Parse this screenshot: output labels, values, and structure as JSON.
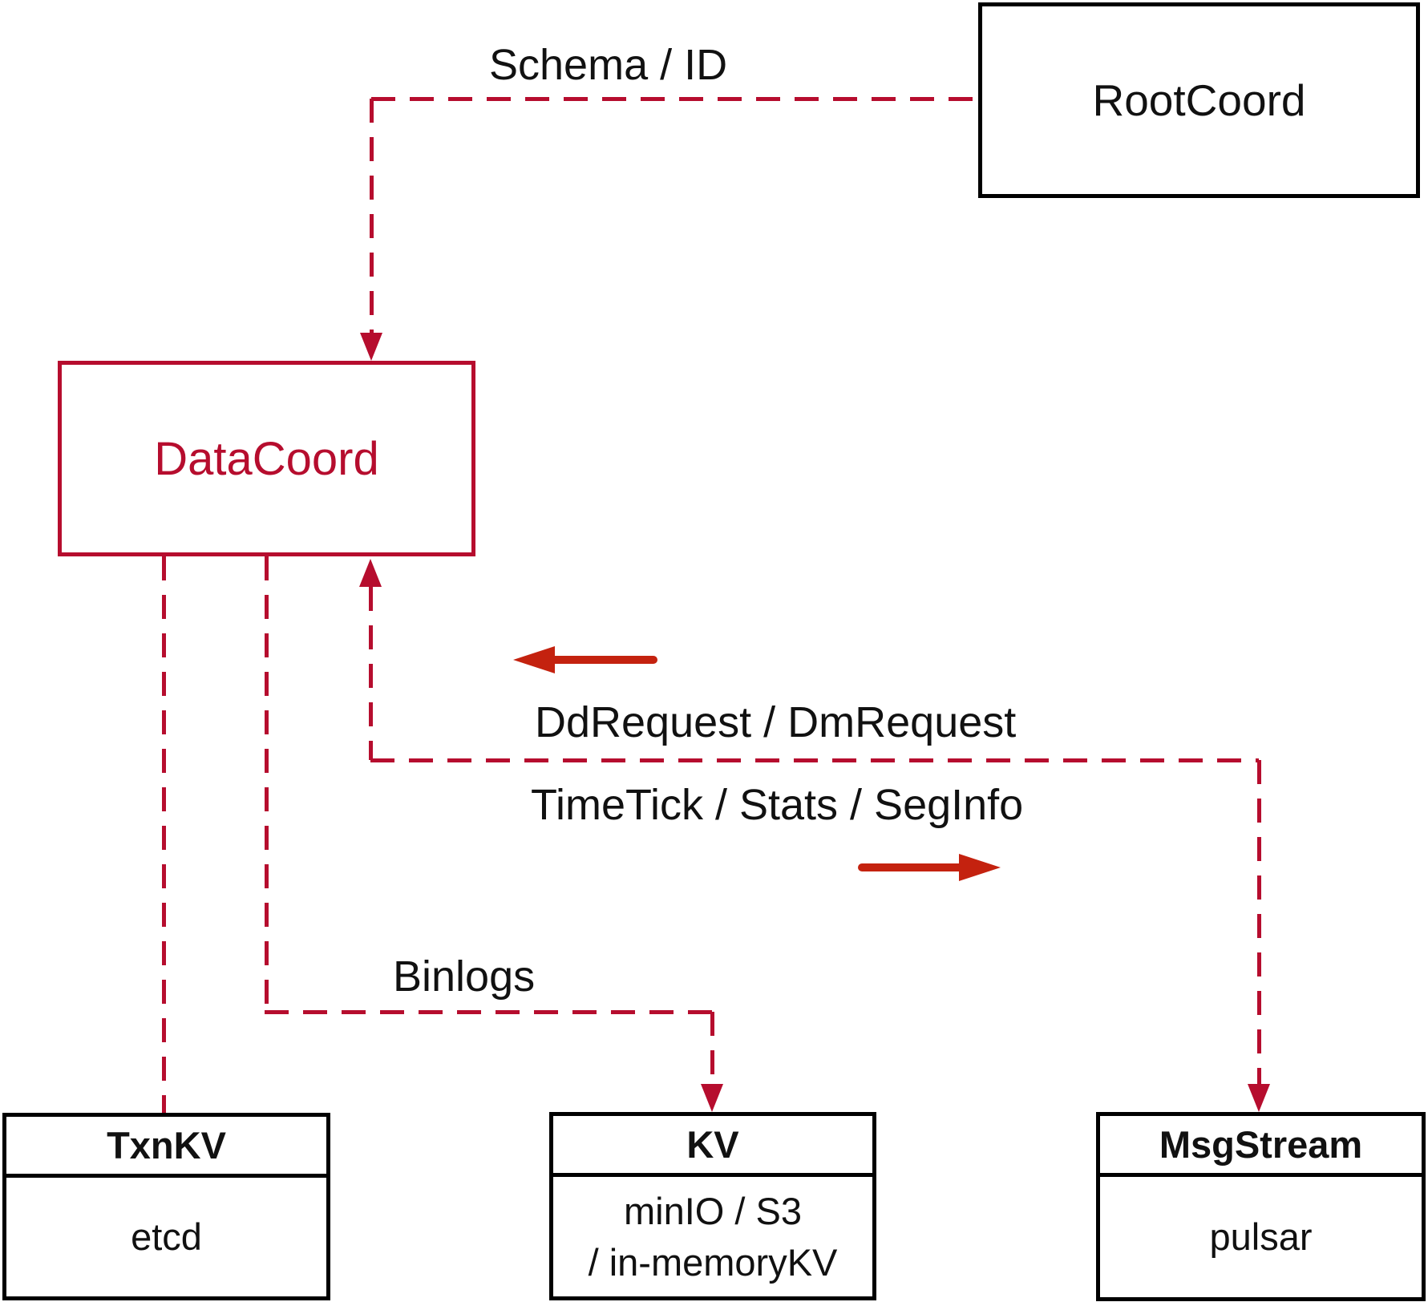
{
  "colors": {
    "dashed_line_crimson": "#b60d2e",
    "solid_arrow_red": "#c4220f",
    "box_border_black": "#000000",
    "datacoord_red": "#b60d2e",
    "text_black": "#111111"
  },
  "nodes": {
    "rootcoord": {
      "label": "RootCoord"
    },
    "datacoord": {
      "label": "DataCoord"
    },
    "txnkv": {
      "title": "TxnKV",
      "body": "etcd"
    },
    "kv": {
      "title": "KV",
      "body_line1": "minIO / S3",
      "body_line2": "/ in-memoryKV"
    },
    "msgstream": {
      "title": "MsgStream",
      "body": "pulsar"
    }
  },
  "edge_labels": {
    "schema_id": "Schema / ID",
    "dd_request": "DdRequest / DmRequest",
    "time_tick": "TimeTick / Stats / SegInfo",
    "binlogs": "Binlogs"
  },
  "edges": [
    {
      "from": "RootCoord",
      "to": "DataCoord",
      "label": "Schema / ID",
      "style": "dashed",
      "arrow": "into DataCoord top"
    },
    {
      "from": "DataCoord",
      "to": "TxnKV",
      "label": "",
      "style": "dashed",
      "arrow": "none"
    },
    {
      "from": "DataCoord",
      "to": "KV",
      "label": "Binlogs",
      "style": "dashed",
      "arrow": "into KV top"
    },
    {
      "from": "MsgStream",
      "to": "DataCoord",
      "label": "DdRequest / DmRequest",
      "style": "dashed",
      "arrow": "into DataCoord bottom"
    },
    {
      "from": "DataCoord",
      "to": "MsgStream",
      "label": "TimeTick / Stats / SegInfo",
      "style": "dashed",
      "arrow": "into MsgStream top"
    }
  ]
}
